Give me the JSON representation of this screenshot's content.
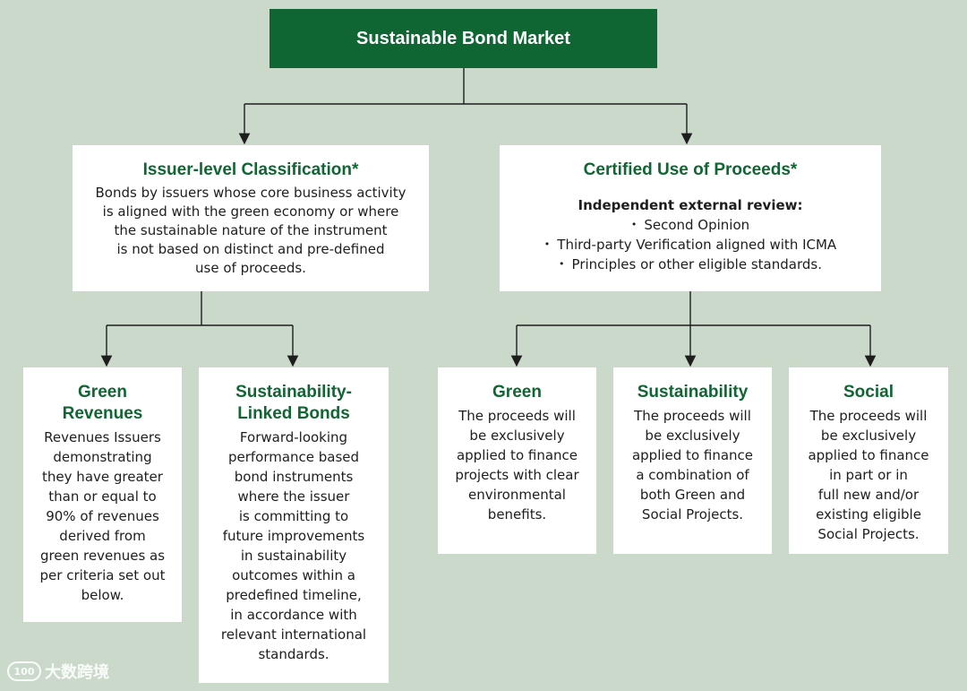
{
  "root": {
    "title": "Sustainable Bond Market"
  },
  "issuer_level": {
    "title": "Issuer-level Classification*",
    "body": "Bonds by issuers whose core business activity\nis aligned with the green economy or where\nthe sustainable nature of the instrument\nis not based on distinct and pre-defined\nuse of proceeds."
  },
  "certified": {
    "title": "Certified Use of Proceeds*",
    "subtitle": "Independent external review:",
    "bullets": [
      "Second Opinion",
      "Third-party Verification aligned with ICMA",
      "Principles or other eligible standards."
    ]
  },
  "leaves": [
    {
      "title": "Green\nRevenues",
      "body": "Revenues Issuers\ndemonstrating\nthey have greater\nthan or equal to\n90% of revenues\nderived from\ngreen revenues as\nper criteria set out\nbelow."
    },
    {
      "title": "Sustainability-\nLinked Bonds",
      "body": "Forward-looking\nperformance based\nbond instruments\nwhere the issuer\nis committing to\nfuture improvements\nin sustainability\noutcomes within a\npredefined timeline,\nin accordance with\nrelevant international\nstandards."
    },
    {
      "title": "Green",
      "body": "The proceeds will\nbe exclusively\napplied to finance\nprojects with clear\nenvironmental\nbenefits."
    },
    {
      "title": "Sustainability",
      "body": "The proceeds will\nbe exclusively\napplied to finance\na combination of\nboth Green and\nSocial Projects."
    },
    {
      "title": "Social",
      "body": "The proceeds will\nbe exclusively\napplied to finance\nin part or in\nfull new and/or\nexisting eligible\nSocial Projects."
    }
  ],
  "watermark": {
    "logo_text": "100",
    "text": "大数跨境"
  },
  "colors": {
    "background": "#cbd9cb",
    "brand_green": "#0f6632",
    "box": "#ffffff",
    "connector": "#1e1e1e"
  }
}
